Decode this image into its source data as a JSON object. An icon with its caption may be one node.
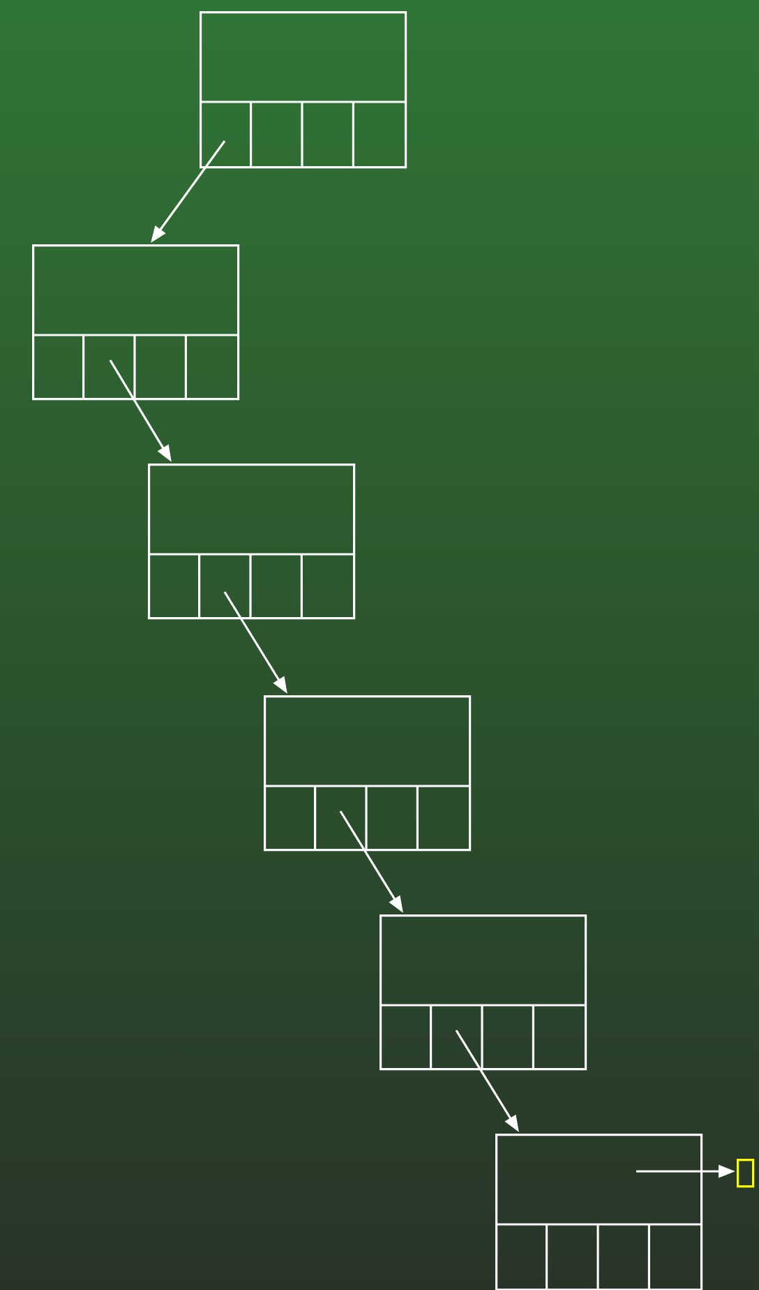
{
  "diagram": {
    "nodes": [
      {
        "text": [],
        "shape": "table"
      },
      {
        "text": [],
        "shape": "table"
      },
      {
        "text": [],
        "shape": "table"
      },
      {
        "text": [],
        "shape": "table"
      },
      {
        "text": [],
        "shape": "table"
      },
      {
        "text": [],
        "shape": "table"
      },
      {
        "text": [],
        "shape": "box"
      }
    ],
    "edges": [
      {
        "from": 0,
        "to": 1,
        "arrow": "to"
      },
      {
        "from": 1,
        "to": 2,
        "arrow": "to"
      },
      {
        "from": 2,
        "to": 3,
        "arrow": "to"
      },
      {
        "from": 3,
        "to": 4,
        "arrow": "to"
      },
      {
        "from": 4,
        "to": 5,
        "arrow": "to"
      },
      {
        "from": 5,
        "to": 6,
        "arrow": "to"
      }
    ]
  }
}
